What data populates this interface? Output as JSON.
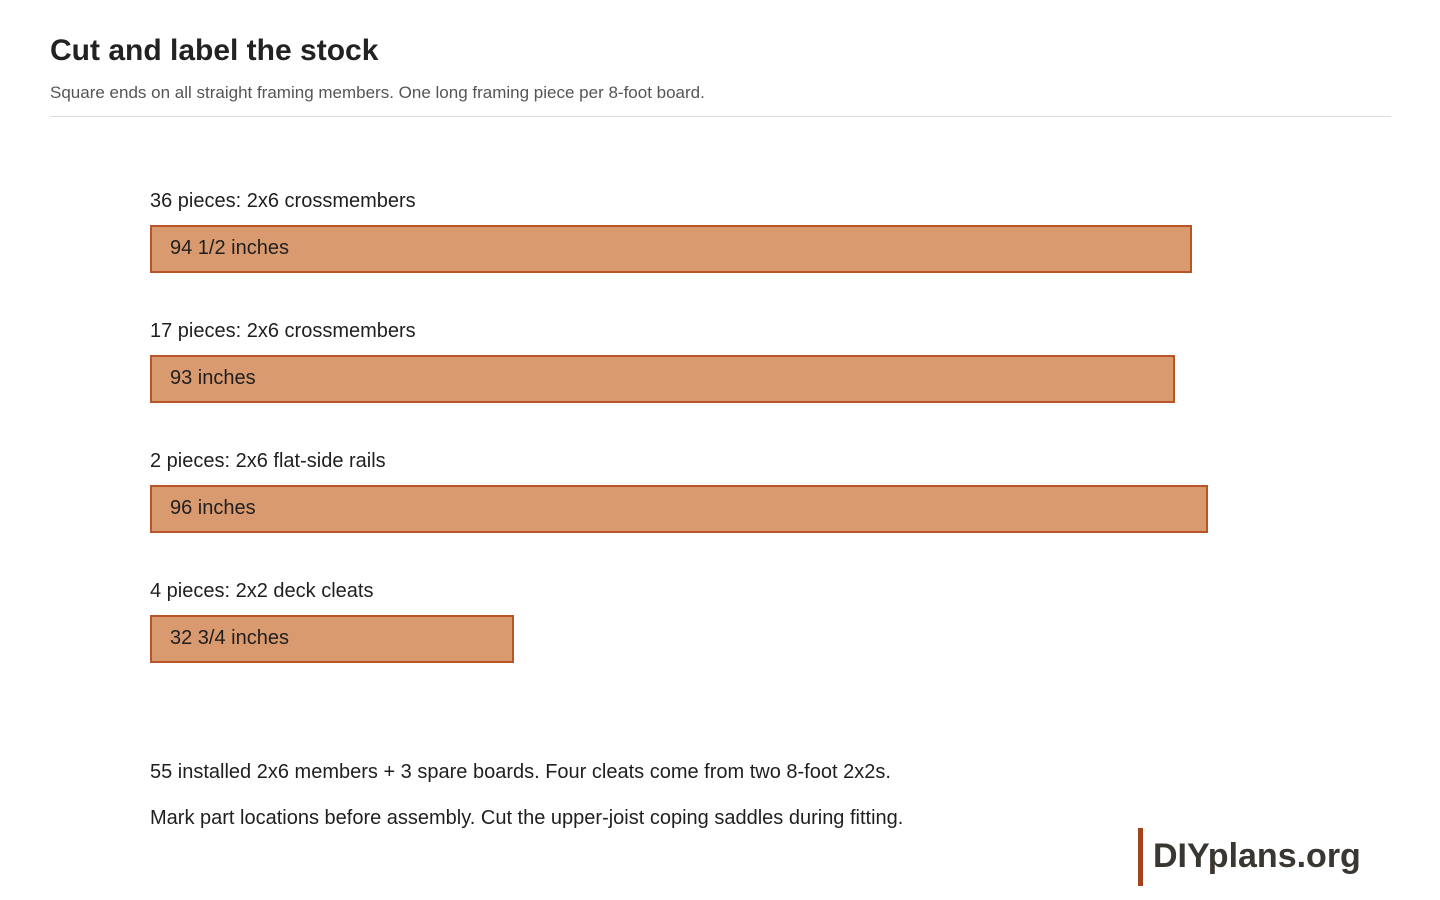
{
  "header": {
    "title": "Cut and label the stock",
    "subtitle": "Square ends on all straight framing members. One long framing piece per 8-foot board."
  },
  "board_length_inches": 96,
  "cuts": [
    {
      "label": "36 pieces: 2x6 crossmembers",
      "length_text": "94 1/2 inches",
      "length_inches": 94.5
    },
    {
      "label": "17 pieces: 2x6 crossmembers",
      "length_text": "93 inches",
      "length_inches": 93
    },
    {
      "label": "2 pieces: 2x6 flat-side rails",
      "length_text": "96 inches",
      "length_inches": 96
    },
    {
      "label": "4 pieces: 2x2 deck cleats",
      "length_text": "32 3/4 inches",
      "length_inches": 32.75
    }
  ],
  "notes": [
    "55 installed 2x6 members + 3 spare boards. Four cleats come from two 8-foot 2x2s.",
    "Mark part locations before assembly. Cut the upper-joist coping saddles during fitting."
  ],
  "brand": {
    "name": "DIYplans.org"
  },
  "colors": {
    "board_fill": "#d99a70",
    "board_border": "#b8562a",
    "brand_accent": "#a3421f"
  }
}
